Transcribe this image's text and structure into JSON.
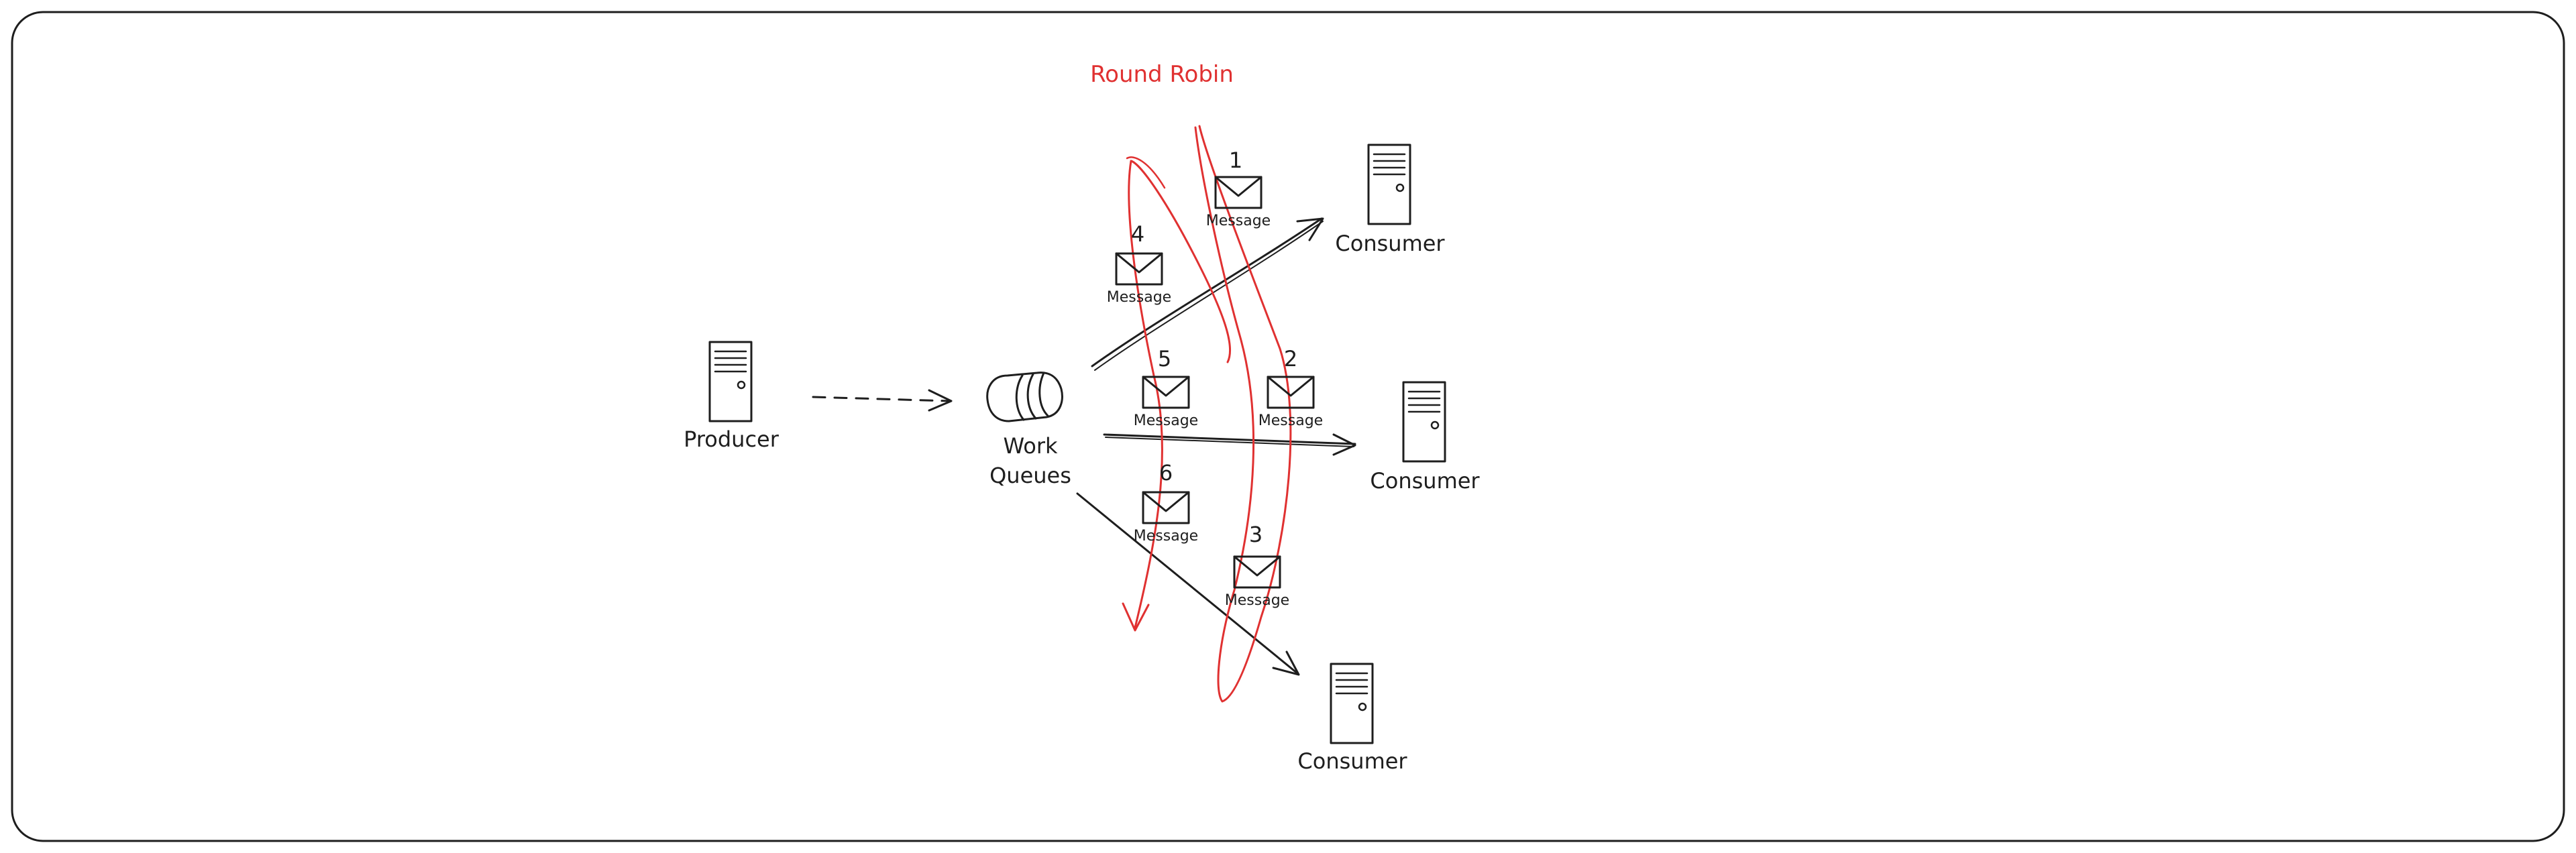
{
  "title": "Round Robin",
  "producer": {
    "label": "Producer",
    "icon": "server-icon"
  },
  "queue": {
    "label_line1": "Work",
    "label_line2": "Queues",
    "icon": "database-icon"
  },
  "consumers": [
    {
      "label": "Consumer",
      "icon": "server-icon"
    },
    {
      "label": "Consumer",
      "icon": "server-icon"
    },
    {
      "label": "Consumer",
      "icon": "server-icon"
    }
  ],
  "messages": [
    {
      "number": "1",
      "label": "Message",
      "icon": "envelope-icon"
    },
    {
      "number": "2",
      "label": "Message",
      "icon": "envelope-icon"
    },
    {
      "number": "3",
      "label": "Message",
      "icon": "envelope-icon"
    },
    {
      "number": "4",
      "label": "Message",
      "icon": "envelope-icon"
    },
    {
      "number": "5",
      "label": "Message",
      "icon": "envelope-icon"
    },
    {
      "number": "6",
      "label": "Message",
      "icon": "envelope-icon"
    }
  ],
  "colors": {
    "ink": "#1e1e1e",
    "accent": "#e03131",
    "background": "#ffffff"
  }
}
